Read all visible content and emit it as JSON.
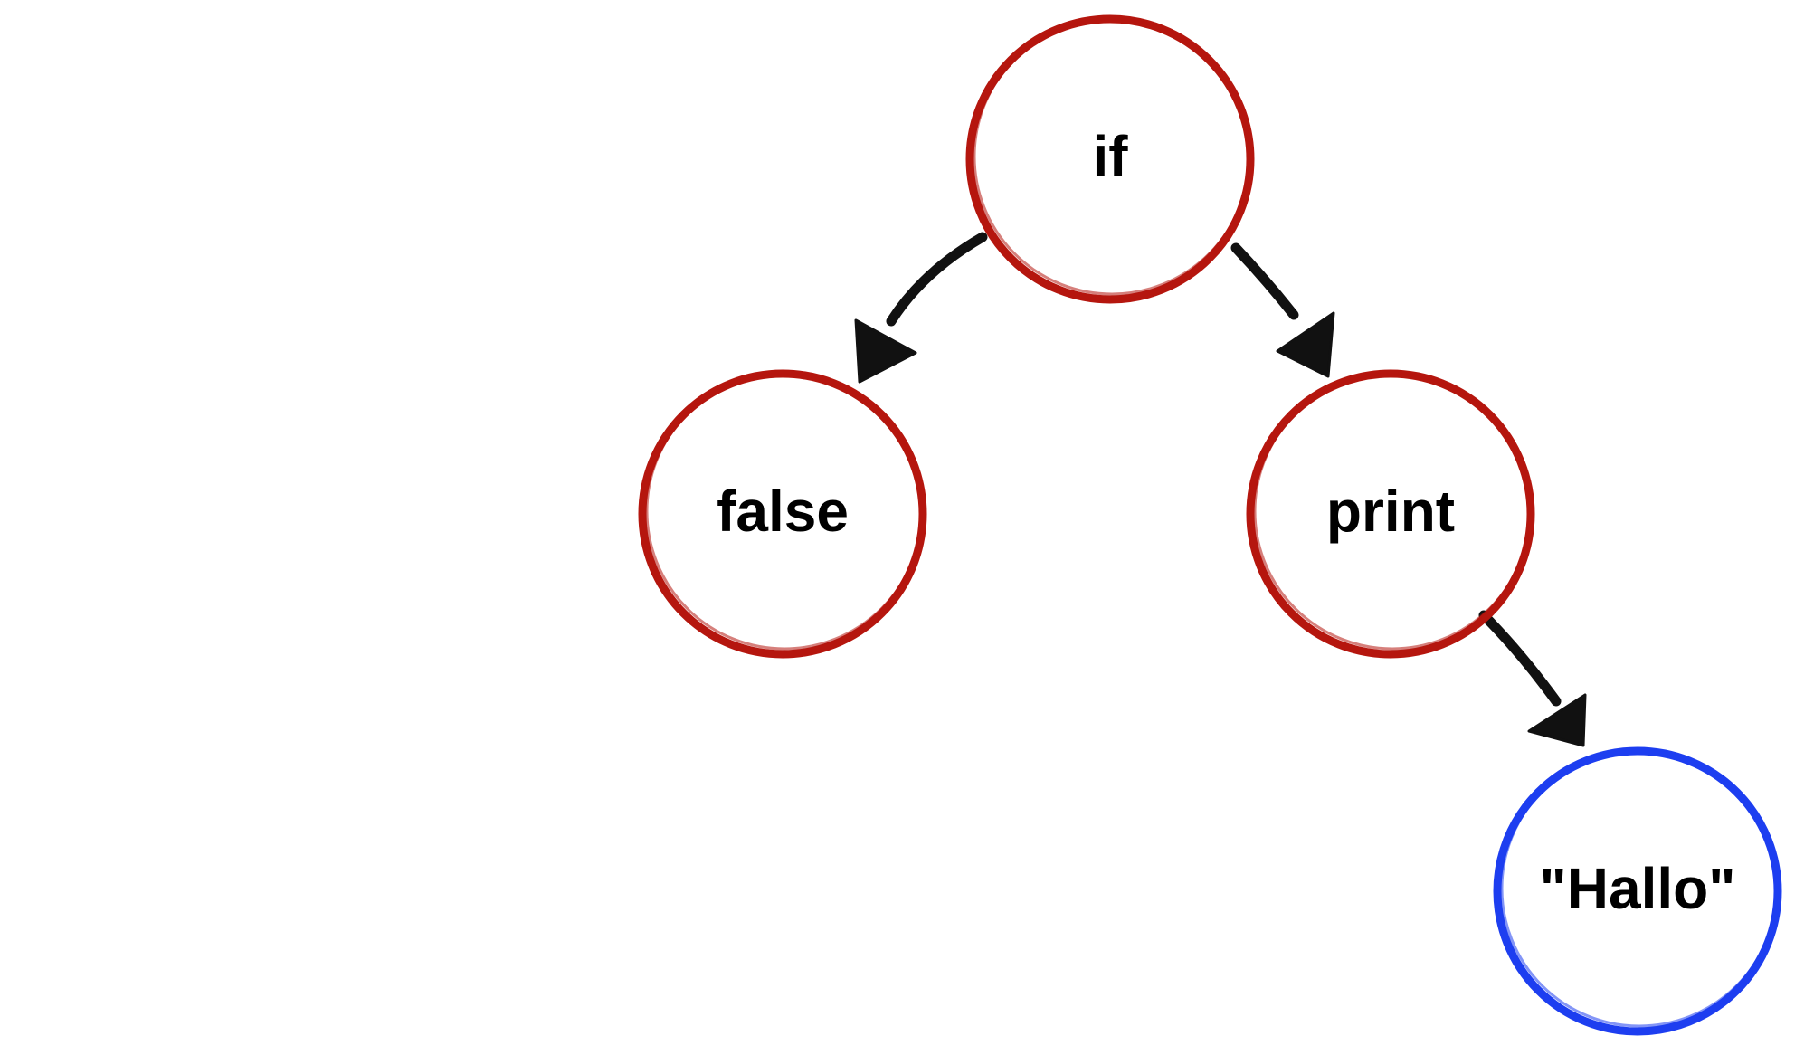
{
  "nodes": {
    "if": {
      "label": "if",
      "color": "#b5160e"
    },
    "false": {
      "label": "false",
      "color": "#b5160e"
    },
    "print": {
      "label": "print",
      "color": "#b5160e"
    },
    "hallo": {
      "label": "\"Hallo\"",
      "color": "#1d3ef0"
    }
  },
  "edges": [
    {
      "from": "if",
      "to": "false"
    },
    {
      "from": "if",
      "to": "print"
    },
    {
      "from": "print",
      "to": "hallo"
    }
  ],
  "colors": {
    "statement_node": "#b5160e",
    "literal_node": "#1d3ef0",
    "edge": "#111111"
  }
}
